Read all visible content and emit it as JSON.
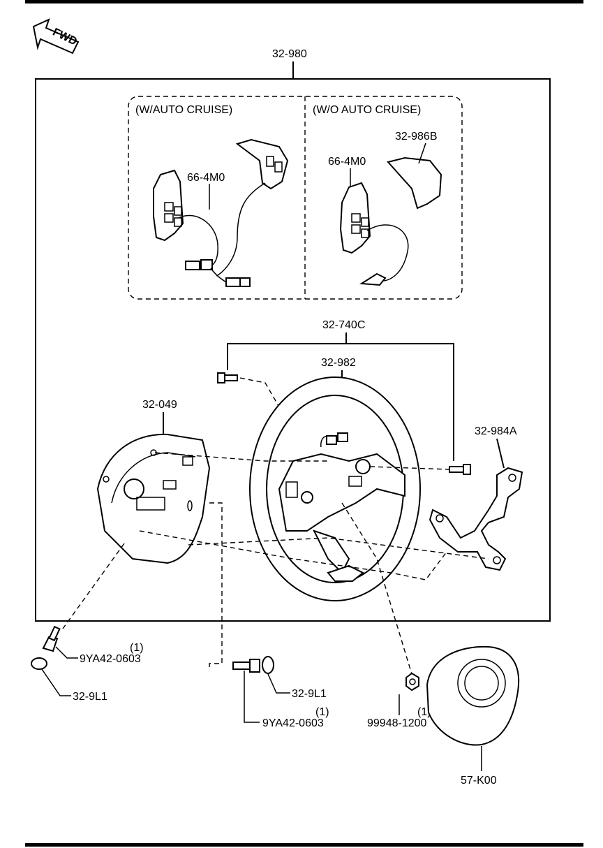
{
  "direction_marker": {
    "text": "FWD",
    "icon": "forward-arrow-icon"
  },
  "assembly": {
    "part_no": "32-980"
  },
  "options": {
    "with_cruise": {
      "title": "(W/AUTO CRUISE)",
      "switch_part": "66-4M0"
    },
    "without_cruise": {
      "title": "(W/O AUTO CRUISE)",
      "switch_part": "66-4M0",
      "cover_part": "32-986B"
    }
  },
  "parts": {
    "bolt_kit": "32-740C",
    "steering_wheel": "32-982",
    "rear_cover": "32-049",
    "bracket": "32-984A",
    "bolt_left": {
      "part": "9YA42-0603",
      "qty": "(1)"
    },
    "cap_left": "32-9L1",
    "bolt_center": {
      "part": "9YA42-0603",
      "qty": "(1)"
    },
    "cap_center": "32-9L1",
    "nut": {
      "part": "99948-1200",
      "qty": "(1)"
    },
    "airbag_module": "57-K00"
  }
}
